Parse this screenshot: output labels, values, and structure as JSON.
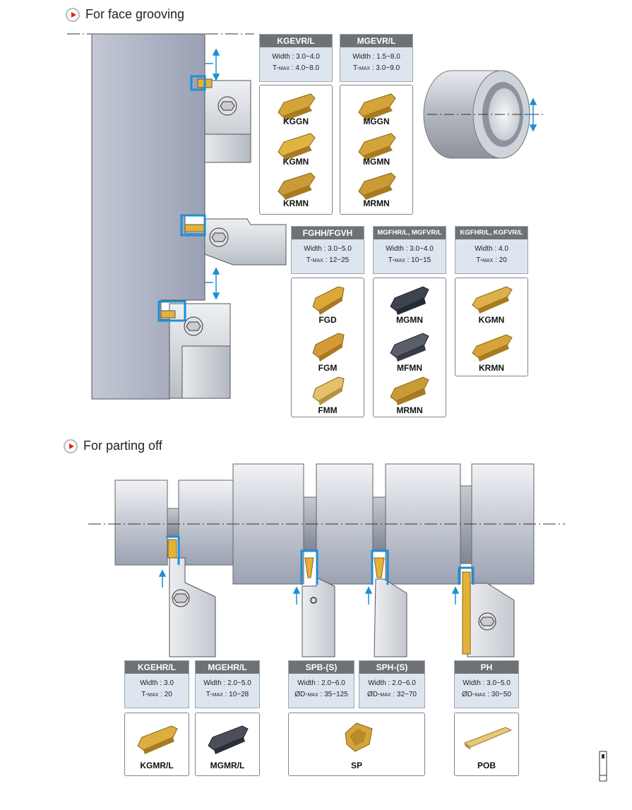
{
  "sections": {
    "face": "For face grooving",
    "parting": "For parting off"
  },
  "face_specs": [
    {
      "header": "KGEVR/L",
      "line1": "Width : 3.0~4.0",
      "line2_pre": "T-",
      "line2_sub": "MAX",
      "line2_post": " : 4.0~8.0"
    },
    {
      "header": "MGEVR/L",
      "line1": "Width : 1.5~8.0",
      "line2_pre": "T-",
      "line2_sub": "MAX",
      "line2_post": " : 3.0~9.0"
    },
    {
      "header": "FGHH/FGVH",
      "line1": "Width : 3.0~5.0",
      "line2_pre": "T-",
      "line2_sub": "MAX",
      "line2_post": " : 12~25"
    },
    {
      "header": "MGFHR/L, MGFVR/L",
      "line1": "Width : 3.0~4.0",
      "line2_pre": "T-",
      "line2_sub": "MAX",
      "line2_post": " : 10~15"
    },
    {
      "header": "KGFHR/L, KGFVR/L",
      "line1": "Width : 4.0",
      "line2_pre": "T-",
      "line2_sub": "MAX",
      "line2_post": " : 20"
    }
  ],
  "face_inserts": [
    [
      "KGGN",
      "KGMN",
      "KRMN"
    ],
    [
      "MGGN",
      "MGMN",
      "MRMN"
    ],
    [
      "FGD",
      "FGM",
      "FMM"
    ],
    [
      "MGMN",
      "MFMN",
      "MRMN"
    ],
    [
      "KGMN",
      "KRMN"
    ]
  ],
  "part_specs": [
    {
      "header": "KGEHR/L",
      "line1": "Width : 3.0",
      "line2_pre": "T-",
      "line2_sub": "MAX",
      "line2_post": " : 20"
    },
    {
      "header": "MGEHR/L",
      "line1": "Width : 2.0~5.0",
      "line2_pre": "T-",
      "line2_sub": "MAX",
      "line2_post": " : 10~28"
    },
    {
      "header": "SPB-(S)",
      "line1": "Width : 2.0~6.0",
      "line2_pre": "ØD-",
      "line2_sub": "MAX",
      "line2_post": " : 35~125"
    },
    {
      "header": "SPH-(S)",
      "line1": "Width : 2.0~6.0",
      "line2_pre": "ØD-",
      "line2_sub": "MAX",
      "line2_post": " : 32~70"
    },
    {
      "header": "PH",
      "line1": "Width : 3.0~5.0",
      "line2_pre": "ØD-",
      "line2_sub": "MAX",
      "line2_post": " : 30~50"
    }
  ],
  "part_inserts": [
    "KGMR/L",
    "MGMR/L",
    "SP",
    "POB"
  ],
  "colors": {
    "highlight": "#1e8fd6",
    "header_bg": "#6f7275",
    "spec_bg": "#dde5ef",
    "insert_gold": "#d4a33a",
    "insert_dark": "#4a4f5a"
  }
}
